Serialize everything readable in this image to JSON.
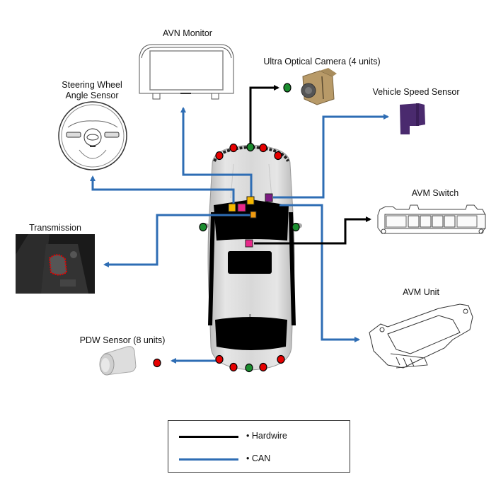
{
  "components": {
    "avn_monitor": {
      "label": "AVN Monitor",
      "icon": "display-monitor-icon"
    },
    "ultra_camera": {
      "label": "Ultra Optical Camera (4 units)",
      "icon": "camera-icon"
    },
    "speed_sensor": {
      "label": "Vehicle Speed Sensor",
      "icon": "speed-sensor-icon"
    },
    "steering_sensor": {
      "label_line1": "Steering Wheel",
      "label_line2": "Angle Sensor",
      "icon": "steering-wheel-icon"
    },
    "avm_switch": {
      "label": "AVM Switch",
      "icon": "switch-panel-icon"
    },
    "transmission": {
      "label": "Transmission",
      "icon": "gear-shifter-icon"
    },
    "avm_unit": {
      "label": "AVM Unit",
      "icon": "control-unit-icon"
    },
    "pdw_sensor": {
      "label": "PDW Sensor (8 units)",
      "icon": "parking-sensor-icon"
    }
  },
  "legend": {
    "items": [
      {
        "label": "• Hardwire",
        "color": "#000000"
      },
      {
        "label": "• CAN",
        "color": "#2e6db4"
      }
    ]
  },
  "colors": {
    "hardwire": "#000000",
    "can": "#2e6db4",
    "pdw_sensor_dot": "#e60000",
    "camera_dot": "#1a8c2e",
    "module_yellow": "#f5b800",
    "module_pink": "#e8288a",
    "module_orange": "#f09a10",
    "module_purple": "#7d1a82"
  }
}
